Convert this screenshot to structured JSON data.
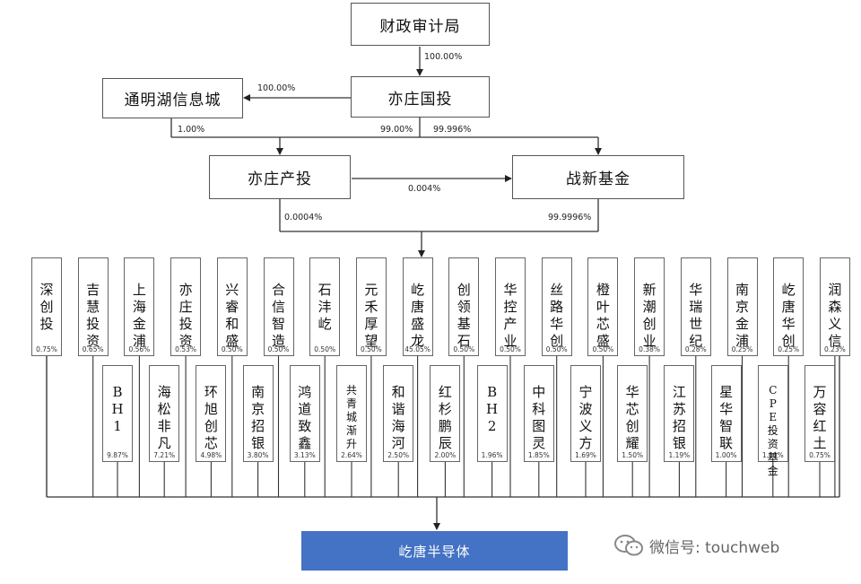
{
  "top": {
    "finance_bureau": "财政审计局",
    "tongminghu": "通明湖信息城",
    "yizhuang_guotou": "亦庄国投",
    "yizhuang_chantou": "亦庄产投",
    "zhanxin_fund": "战新基金"
  },
  "edges": {
    "finance_to_guotou": "100.00%",
    "guotou_to_tongminghu": "100.00%",
    "tongminghu_to_chantou": "1.00%",
    "guotou_to_chantou": "99.00%",
    "guotou_to_zhanxin": "99.996%",
    "chantou_to_zhanxin": "0.004%",
    "chantou_to_sub": "0.0004%",
    "zhanxin_to_sub": "99.9996%"
  },
  "row1": [
    {
      "name": "深创投",
      "pct": "0.75%"
    },
    {
      "name": "吉慧投资",
      "pct": "0.65%"
    },
    {
      "name": "上海金浦",
      "pct": "0.56%"
    },
    {
      "name": "亦庄投资",
      "pct": "0.53%"
    },
    {
      "name": "兴睿和盛",
      "pct": "0.50%"
    },
    {
      "name": "合信智造",
      "pct": "0.50%"
    },
    {
      "name": "石沣屹",
      "pct": "0.50%"
    },
    {
      "name": "元禾厚望",
      "pct": "0.50%"
    },
    {
      "name": "屹唐盛龙",
      "pct": "45.05%"
    },
    {
      "name": "创领基石",
      "pct": "0.50%"
    },
    {
      "name": "华控产业",
      "pct": "0.50%"
    },
    {
      "name": "丝路华创",
      "pct": "0.50%"
    },
    {
      "name": "橙叶芯盛",
      "pct": "0.50%"
    },
    {
      "name": "新潮创业",
      "pct": "0.38%"
    },
    {
      "name": "华瑞世纪",
      "pct": "0.28%"
    },
    {
      "name": "南京金浦",
      "pct": "0.25%"
    },
    {
      "name": "屹唐华创",
      "pct": "0.25%"
    },
    {
      "name": "润森义信",
      "pct": "0.23%"
    }
  ],
  "row2": [
    {
      "name": "BH1",
      "pct": "9.87%"
    },
    {
      "name": "海松非凡",
      "pct": "7.21%"
    },
    {
      "name": "环旭创芯",
      "pct": "4.98%"
    },
    {
      "name": "南京招银",
      "pct": "3.80%"
    },
    {
      "name": "鸿道致鑫",
      "pct": "3.13%"
    },
    {
      "name": "共青城渐升",
      "pct": "2.64%"
    },
    {
      "name": "和谐海河",
      "pct": "2.50%"
    },
    {
      "name": "红杉鹏辰",
      "pct": "2.00%"
    },
    {
      "name": "BH2",
      "pct": "1.96%"
    },
    {
      "name": "中科图灵",
      "pct": "1.85%"
    },
    {
      "name": "宁波义方",
      "pct": "1.69%"
    },
    {
      "name": "华芯创耀",
      "pct": "1.50%"
    },
    {
      "name": "江苏招银",
      "pct": "1.19%"
    },
    {
      "name": "星华智联",
      "pct": "1.00%"
    },
    {
      "name": "CPE投资基金",
      "pct": "1.00%"
    },
    {
      "name": "万容红土",
      "pct": "0.75%"
    }
  ],
  "target": "屹唐半导体",
  "watermark": "微信号: touchweb"
}
